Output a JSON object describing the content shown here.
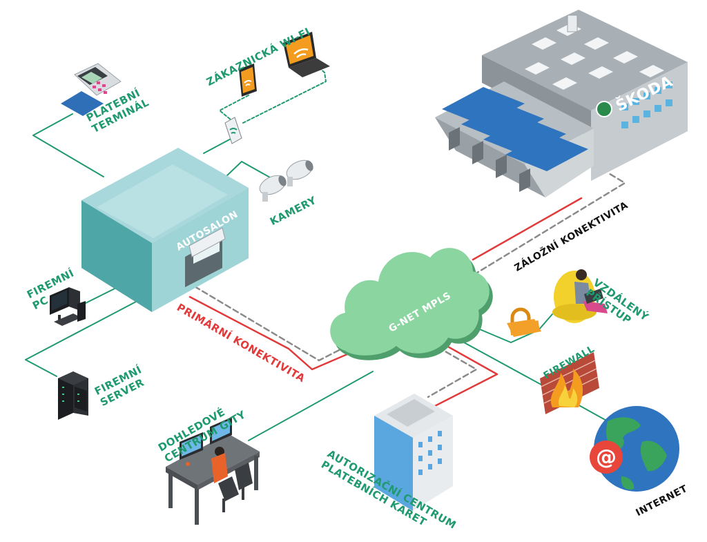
{
  "colors": {
    "green_line": "#1f9a6e",
    "red_line": "#e23a3a",
    "gray_dash": "#8a8a8a",
    "cloud": "#7fcf95",
    "cloud_dark": "#4f9f6c",
    "label": "#1f9a6e"
  },
  "labels": {
    "wifi": "ZÁKAZNICKÁ WI-FI",
    "terminal": [
      "PLATEBNÍ",
      "TERMINÁL"
    ],
    "cameras": "KAMERY",
    "autosalon": "AUTOSALON",
    "pc": [
      "FIREMNÍ",
      "PC"
    ],
    "server": [
      "FIREMNÍ",
      "SERVER"
    ],
    "primary": "PRIMÁRNÍ KONEKTIVITA",
    "backup": "ZÁLOŽNÍ KONEKTIVITA",
    "cloud": "G-NET MPLS",
    "remote": [
      "VZDÁLENÝ",
      "PŘÍSTUP"
    ],
    "firewall": "FIREWALL",
    "internet": "INTERNET",
    "monitoring": [
      "DOHLEDOVÉ",
      "CENTRUM GITY"
    ],
    "auth": [
      "AUTORIZAČNÍ CENTRUM",
      "PLATEBNÍCH KARET"
    ],
    "brand": "ŠKODA"
  },
  "icons": [
    "payment-terminal-icon",
    "tablet-icon",
    "laptop-icon",
    "wifi-router-icon",
    "camera-icon",
    "showroom-building-icon",
    "desktop-pc-icon",
    "server-rack-icon",
    "cloud-icon",
    "factory-building-icon",
    "padlock-icon",
    "remote-user-icon",
    "firewall-icon",
    "globe-icon",
    "office-building-icon",
    "monitoring-desk-icon"
  ]
}
